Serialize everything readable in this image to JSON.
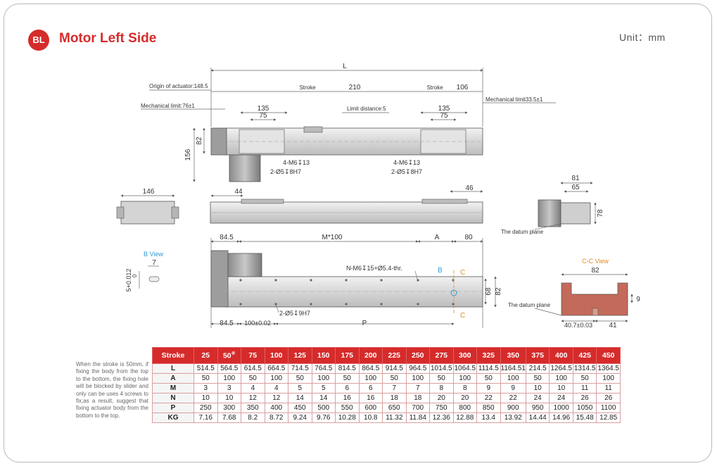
{
  "header": {
    "badge": "BL",
    "title": "Motor Left Side",
    "unit": "Unit：mm"
  },
  "dims": {
    "L": "L",
    "origin": "Origin of actuator:148.5",
    "stroke_left": "Stroke",
    "stroke_right": "Stroke",
    "d210": "210",
    "d106": "106",
    "mech_left": "Mechanical limit:76±1",
    "mech_right": "Mechanical limit33.5±1",
    "limit_distance": "Limit distance:5",
    "d135a": "135",
    "d75a": "75",
    "d135b": "135",
    "d75b": "75",
    "d82": "82",
    "d156": "156",
    "m6_left": "4-M6↧13",
    "pin_left": "2-Ø5↧8H7",
    "m6_right": "4-M6↧13",
    "pin_right": "2-Ø5↧8H7",
    "d146": "146",
    "d44": "44",
    "d46": "46",
    "d81": "81",
    "d65": "65",
    "d78": "78",
    "datum1": "The datum plane",
    "d84_5_top": "84.5",
    "m100": "M*100",
    "A": "A",
    "d80": "80",
    "b_view": "B View",
    "d7": "7",
    "d5tol": "5+0.012",
    "d5tol0": "0",
    "nm6": "N-M6↧15+Ø5.4-thr.",
    "B": "B",
    "C1": "C",
    "C2": "C",
    "d68": "68",
    "d82b": "82",
    "pin9": "2-Ø5↧9H7",
    "d84_5_bot": "84.5",
    "d100": "100±0.02",
    "P": "P",
    "cc_view": "C-C View",
    "d82c": "82",
    "d9": "9",
    "datum2": "The datum plane",
    "d40_7": "40.7±0.03",
    "d41": "41"
  },
  "note": "When the stroke is 50mm, if fixing the body from the top to the bottom, the fixing hole will be blocked by slider and only can be uses 4 screws to fix;as a result, suggest that fixing actuator body from the bottom to the top.",
  "table": {
    "header_label": "Stroke",
    "strokes": [
      "25",
      "50",
      "75",
      "100",
      "125",
      "150",
      "175",
      "200",
      "225",
      "250",
      "275",
      "300",
      "325",
      "350",
      "375",
      "400",
      "425",
      "450"
    ],
    "star": "※",
    "rows": [
      {
        "label": "L",
        "values": [
          "514.5",
          "564.5",
          "614.5",
          "664.5",
          "714.5",
          "764.5",
          "814.5",
          "864.5",
          "914.5",
          "964.5",
          "1014.5",
          "1064.5",
          "1114.5",
          "1164.51",
          "214.5",
          "1264.5",
          "1314.5",
          "1364.5"
        ]
      },
      {
        "label": "A",
        "values": [
          "50",
          "100",
          "50",
          "100",
          "50",
          "100",
          "50",
          "100",
          "50",
          "100",
          "50",
          "100",
          "50",
          "100",
          "50",
          "100",
          "50",
          "100"
        ]
      },
      {
        "label": "M",
        "values": [
          "3",
          "3",
          "4",
          "4",
          "5",
          "5",
          "6",
          "6",
          "7",
          "7",
          "8",
          "8",
          "9",
          "9",
          "10",
          "10",
          "11",
          "11"
        ]
      },
      {
        "label": "N",
        "values": [
          "10",
          "10",
          "12",
          "12",
          "14",
          "14",
          "16",
          "16",
          "18",
          "18",
          "20",
          "20",
          "22",
          "22",
          "24",
          "24",
          "26",
          "26"
        ]
      },
      {
        "label": "P",
        "values": [
          "250",
          "300",
          "350",
          "400",
          "450",
          "500",
          "550",
          "600",
          "650",
          "700",
          "750",
          "800",
          "850",
          "900",
          "950",
          "1000",
          "1050",
          "1100"
        ]
      },
      {
        "label": "KG",
        "values": [
          "7.16",
          "7.68",
          "8.2",
          "8.72",
          "9.24",
          "9.76",
          "10.28",
          "10.8",
          "11.32",
          "11.84",
          "12.36",
          "12.88",
          "13.4",
          "13.92",
          "14.44",
          "14.96",
          "15.48",
          "12.85"
        ]
      }
    ]
  },
  "colors": {
    "accent": "#d62b2b",
    "view_blue": "#2a9bd6",
    "view_orange": "#e58a1f"
  }
}
